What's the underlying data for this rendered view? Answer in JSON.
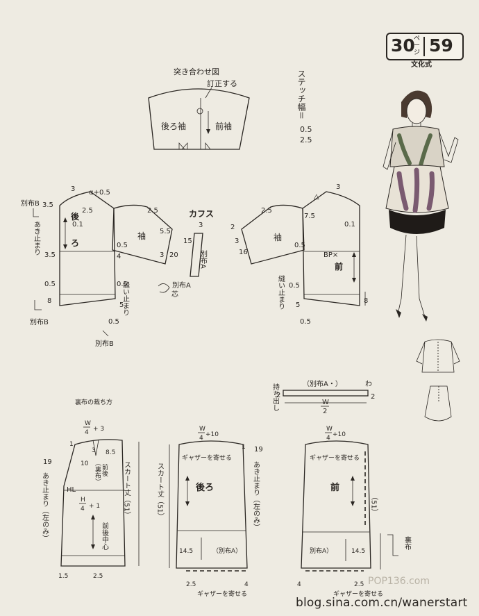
{
  "header": {
    "page_ref_number": "30",
    "page_ref_unit": "ページ",
    "pattern_number": "59",
    "school": "文化式"
  },
  "sleeve_cap": {
    "title": "突き合わせ図",
    "correction": "訂正する",
    "back_label": "後ろ袖",
    "front_label": "前袖"
  },
  "stitch": {
    "label": "ステッチ幅＝",
    "v1": "0.5",
    "v2": "2.5"
  },
  "cuff": {
    "title": "カフス",
    "width": "3",
    "length": "15",
    "fabric": "別布A"
  },
  "back_bodice": {
    "label": "後ろ",
    "sleeve": "袖",
    "fabric_b": "別布B",
    "opening": "あき止まり",
    "sewing_stop": "縫い止まり",
    "fabric_a": "別布A",
    "core": "芯",
    "m_3": "3",
    "m_alpha05": "α+0.5",
    "m_35": "3.5",
    "m_25a": "2.5",
    "m_01": "0.1",
    "m_25b": "2.5",
    "m_55": "5.5",
    "m_3b": "3",
    "m_20": "20",
    "m_05a": "0.5",
    "m_4": "4",
    "m_35b": "3.5",
    "m_05b": "0.5",
    "m_05c": "0.5",
    "m_8": "8",
    "m_5": "5",
    "m_05d": "0.5"
  },
  "front_bodice": {
    "label": "前",
    "sleeve": "袖",
    "bp": "BP×",
    "sewing_stop": "縫い止まり",
    "m_delta": "△",
    "m_3": "3",
    "m_25": "2.5",
    "m_75": "7.5",
    "m_01": "0.1",
    "m_2": "2",
    "m_3b": "3",
    "m_16": "16",
    "m_05a": "0.5",
    "m_05b": "0.5",
    "m_8": "8",
    "m_5": "5",
    "m_05c": "0.5"
  },
  "strap": {
    "label": "持ち出し",
    "fabric": "（別布A・）",
    "w_label": "わ",
    "right": "2",
    "left": "2",
    "frac_w": "W",
    "frac_d": "2"
  },
  "lining": {
    "title": "裏布の裁ち方",
    "top_w": "W",
    "top_d": "4",
    "top_add": "+ 3",
    "m_1": "1",
    "m_3": "3",
    "m_85": "8.5",
    "m_10": "10",
    "back_front": "前後",
    "lining_note": "（裏布）",
    "opening_num": "19",
    "opening": "あき止まり（左のみ）",
    "hl": "HL",
    "hip_h": "H",
    "hip_d": "4",
    "hip_add": "+ 1",
    "center": "前後中心",
    "skirt_len": "スカート丈（51）",
    "m_15": "1.5",
    "m_25": "2.5"
  },
  "skirt_back": {
    "top_w": "W",
    "top_d": "4",
    "top_add": "+10",
    "gather": "ギャザーを寄せる",
    "label": "後ろ",
    "skirt_len": "スカート丈（51）",
    "opening_num": "19",
    "opening": "あき止まり（左のみ）",
    "band": "（別布A）",
    "m_145": "14.5",
    "m_25": "2.5",
    "m_4": "4",
    "m_1": "1",
    "gather_bottom": "ギャザーを寄せる"
  },
  "skirt_front": {
    "top_w": "W",
    "top_d": "4",
    "top_add": "+10",
    "gather": "ギャザーを寄せる",
    "label": "前",
    "len": "（51）",
    "band": "別布A）",
    "m_145": "14.5",
    "m_4": "4",
    "m_25": "2.5",
    "gather_bottom": "ギャザーを寄せる",
    "lining": "裏布"
  },
  "credits": {
    "blog": "blog.sina.com.cn/wanerstart",
    "watermark": "POP136.com"
  }
}
